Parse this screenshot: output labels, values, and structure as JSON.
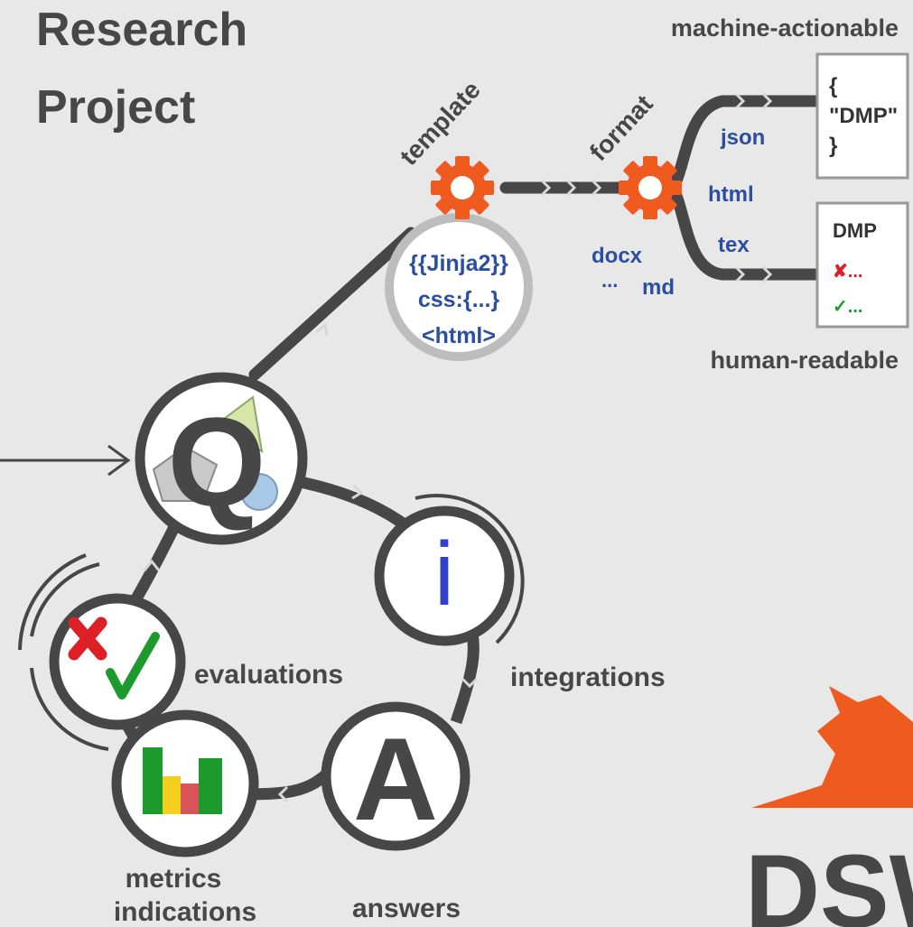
{
  "title": {
    "line1": "Research",
    "line2": "Project"
  },
  "outputs": {
    "machine_label": "machine-actionable",
    "human_label": "human-readable",
    "json_doc": {
      "line1": "{",
      "line2": "\"DMP\"",
      "line3": "}"
    },
    "human_doc": {
      "title": "DMP",
      "cross_item": "✘...",
      "check_item": "✓..."
    }
  },
  "pipeline": {
    "template_label": "template",
    "format_label": "format",
    "template_content": {
      "line1": "{{Jinja2}}",
      "line2": "css:{...}",
      "line3": "<html>"
    },
    "formats": {
      "json": "json",
      "html": "html",
      "tex": "tex",
      "docx": "docx",
      "md": "md",
      "ellipsis": "..."
    }
  },
  "cycle": {
    "questionnaire": "Q",
    "integrations_symbol": "i",
    "integrations_label": "integrations",
    "answers_symbol": "A",
    "answers_label": "answers",
    "evaluations_label": "evaluations",
    "metrics_label_line1": "metrics",
    "metrics_label_line2": "indications"
  },
  "logo": {
    "text": "DSW"
  },
  "colors": {
    "background": "#e8e8e8",
    "path": "#474747",
    "dark_text": "#474747",
    "blue_text": "#2b4f9e",
    "gear": "#ef5a1f",
    "cross": "#dd1f26",
    "check": "#1d9a2c",
    "integration_i": "#3140c9",
    "logo": "#ef5a1f"
  }
}
